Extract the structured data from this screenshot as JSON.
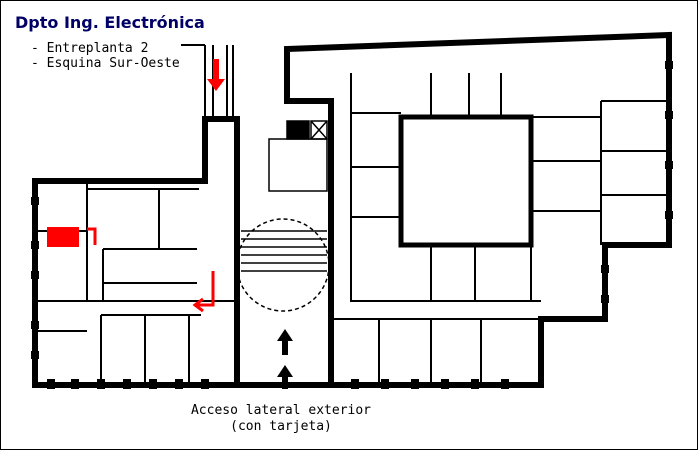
{
  "title": "Dpto Ing. Electrónica",
  "location_notes": [
    "- Entreplanta 2",
    "- Esquina Sur-Oeste"
  ],
  "access_caption": [
    "Acceso lateral exterior",
    "(con tarjeta)"
  ],
  "colors": {
    "title": "#000066",
    "wall": "#000000",
    "highlight": "#ff0000",
    "background": "#ffffff"
  },
  "icons": [
    "entry-arrow-icon",
    "route-arrow-icon",
    "target-room-marker"
  ]
}
